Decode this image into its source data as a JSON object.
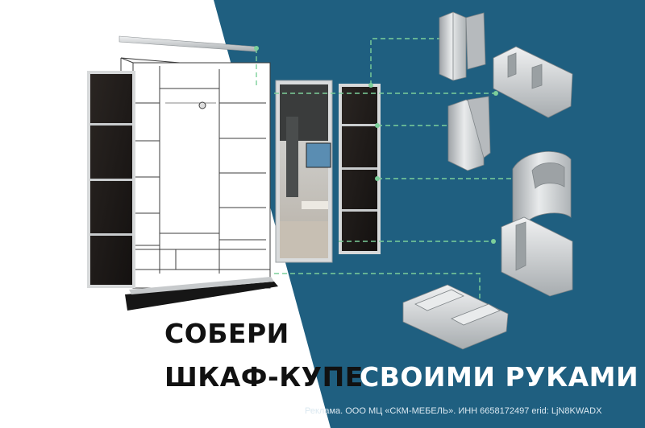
{
  "headline": {
    "line1": "СОБЕРИ",
    "line2_dark": "ШКАФ-КУПЕ",
    "line2_light": "СВОИМИ РУКАМИ"
  },
  "legal_text": "Реклама. ООО МЦ «СКМ-МЕБЕЛЬ». ИНН 6658172497 erid: LjN8KWADX",
  "colors": {
    "accent_blue": "#1f5f80",
    "panel_dark": "#1a1715",
    "aluminium": "#c9ccce",
    "guide_green": "#7ccf9a"
  },
  "icons": [
    "wardrobe-frame-illustration",
    "mirror-door-panel",
    "dark-door-panel",
    "aluminium-profile-parts"
  ]
}
